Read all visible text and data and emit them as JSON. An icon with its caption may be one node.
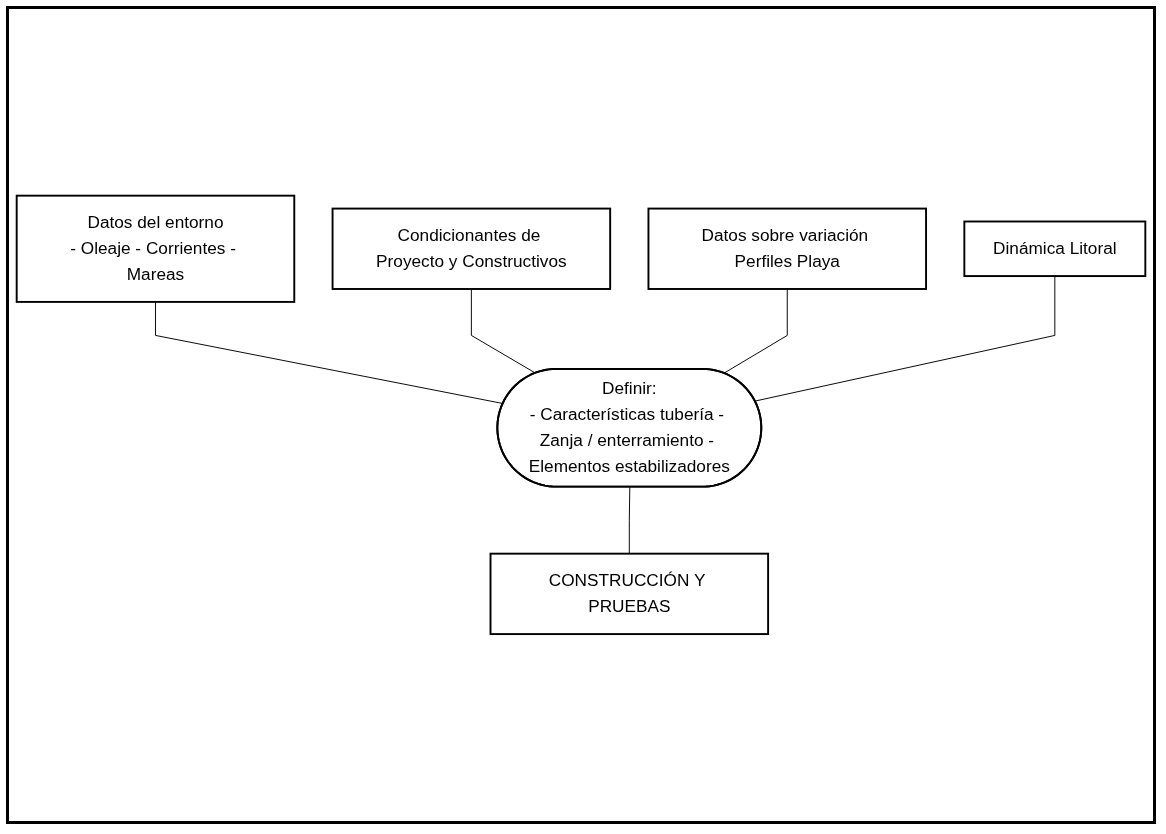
{
  "diagram": {
    "nodes": [
      {
        "text": [
          "Datos del entorno",
          "- Oleaje - Corrientes - Mareas"
        ]
      },
      {
        "text": [
          "Condicionantes de Proyecto y Constructivos"
        ]
      },
      {
        "text": [
          "Datos sobre variación Perfiles Playa"
        ]
      },
      {
        "text": [
          "Dinámica Litoral"
        ]
      },
      {
        "text": [
          "Definir:",
          "- Características tubería - Zanja / enterramiento - Elementos estabilizadores"
        ]
      },
      {
        "text": [
          "CONSTRUCCIÓN Y PRUEBAS"
        ]
      }
    ],
    "edges": [
      {
        "from": 0,
        "to": 4,
        "arrow": "none"
      },
      {
        "from": 1,
        "to": 4,
        "arrow": "none"
      },
      {
        "from": 2,
        "to": 4,
        "arrow": "none"
      },
      {
        "from": 3,
        "to": 4,
        "arrow": "none"
      },
      {
        "from": 4,
        "to": 5,
        "arrow": "none"
      }
    ]
  }
}
